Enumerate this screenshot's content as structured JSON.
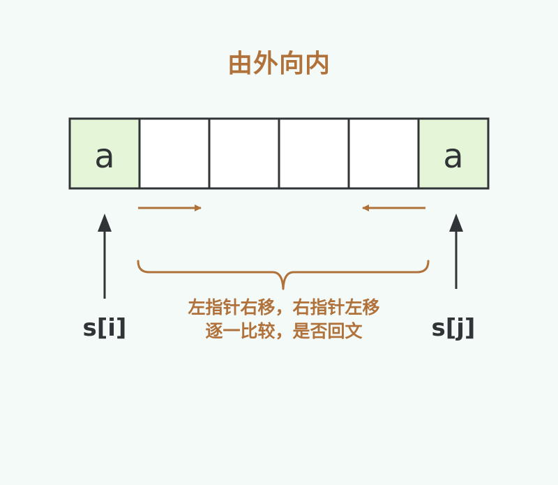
{
  "title": "由外向内",
  "cells": [
    "a",
    "",
    "",
    "",
    "",
    "a"
  ],
  "highlighted_cells": [
    0,
    5
  ],
  "pointers": {
    "left": "s[i]",
    "right": "s[j]"
  },
  "caption": {
    "line1": "左指针右移，右指针左移",
    "line2": "逐一比较，是否回文"
  },
  "colors": {
    "background": "#f3faf8",
    "accent": "#b0723a",
    "cell_highlight": "#e5f6d8",
    "cell_plain": "#ffffff",
    "stroke": "#303436"
  }
}
